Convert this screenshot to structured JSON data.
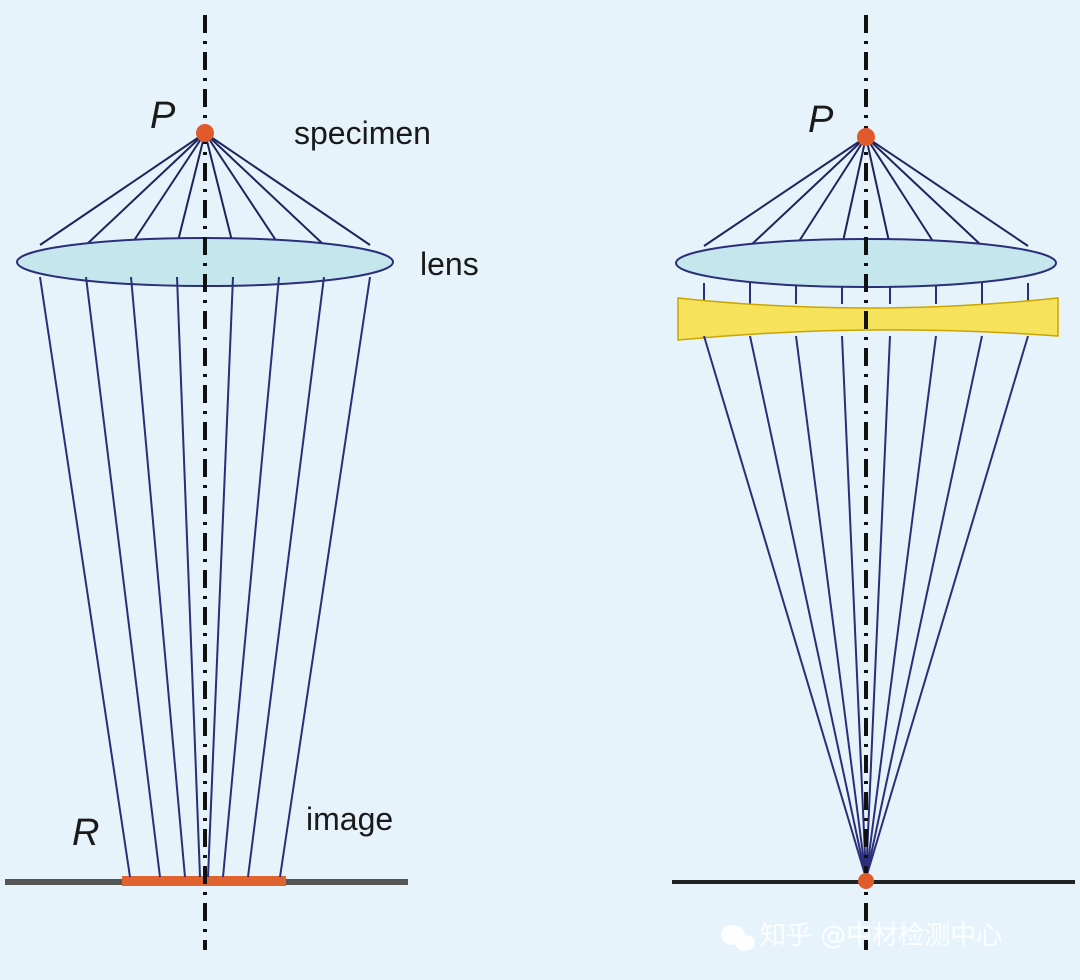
{
  "labels": {
    "p_left": "P",
    "specimen": "specimen",
    "lens": "lens",
    "r": "R",
    "image": "image",
    "p_right": "P"
  },
  "watermark": {
    "text": "知乎 @中材检测中心",
    "icon": "wechat-icon"
  },
  "colors": {
    "background": "#e6f3fb",
    "ray": "#2a2f7a",
    "lens_fill": "#c6e6ee",
    "corrector_fill": "#f7e25c",
    "point": "#e05a2c",
    "image_bar": "#e0622e",
    "image_plane": "#555555",
    "axis": "#111111"
  }
}
